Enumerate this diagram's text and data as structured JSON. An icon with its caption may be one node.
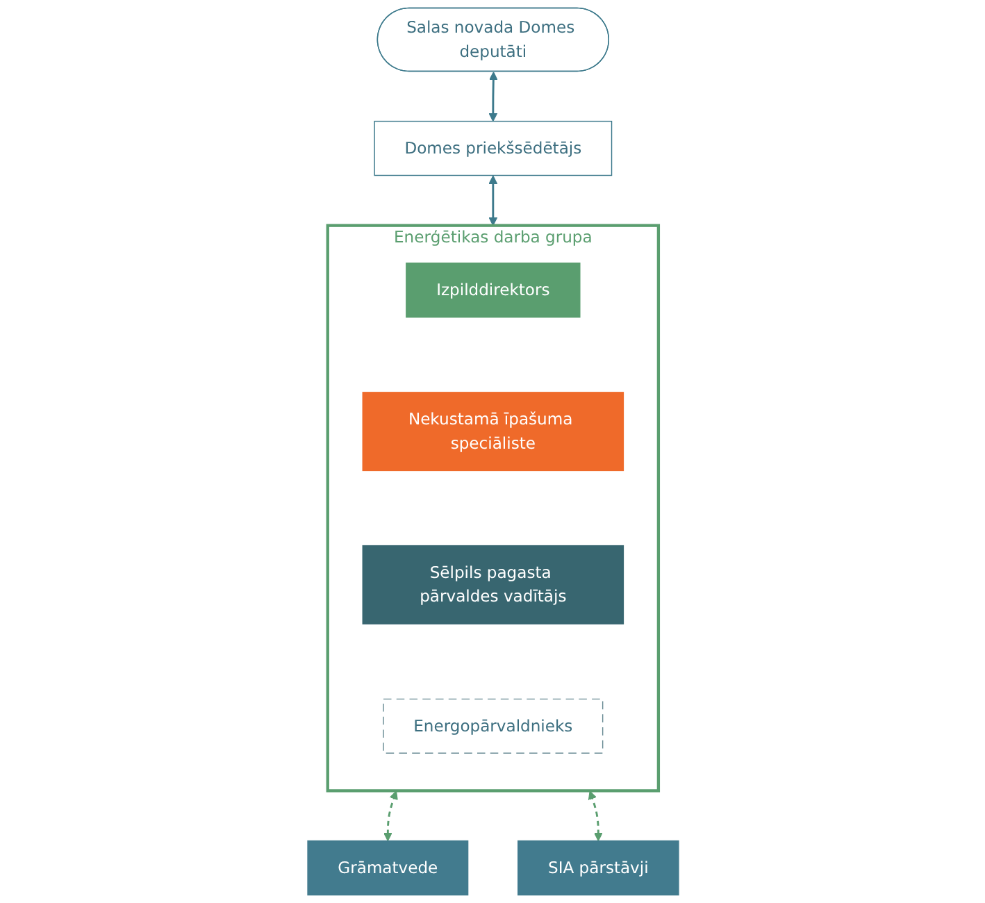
{
  "diagram": {
    "nodes": [
      {
        "text": [
          "Salas novada Domes deputāti"
        ]
      },
      {
        "text": [
          "Domes priekšsēdētājs"
        ]
      },
      {
        "text": [
          "Enerģētikas darba grupa"
        ]
      },
      {
        "text": [
          "Izpilddirektors"
        ],
        "in": 2
      },
      {
        "text": [
          "Nekustamā īpašuma speciāliste"
        ],
        "in": 2
      },
      {
        "text": [
          "Sēlpils pagasta pārvaldes vadītājs"
        ],
        "in": 2
      },
      {
        "text": [
          "Energopārvaldnieks"
        ],
        "in": 2
      },
      {
        "text": [
          "Grāmatvede"
        ]
      },
      {
        "text": [
          "SIA pārstāvji"
        ]
      }
    ],
    "edges": [
      {
        "from": 0,
        "to": 1,
        "arrow": "both"
      },
      {
        "from": 1,
        "to": 2,
        "arrow": "both"
      },
      {
        "from": 2,
        "to": 7,
        "arrow": "both",
        "style": "dashed",
        "color": "#5a9e6f"
      },
      {
        "from": 2,
        "to": 8,
        "arrow": "both",
        "style": "dashed",
        "color": "#5a9e6f"
      }
    ]
  }
}
